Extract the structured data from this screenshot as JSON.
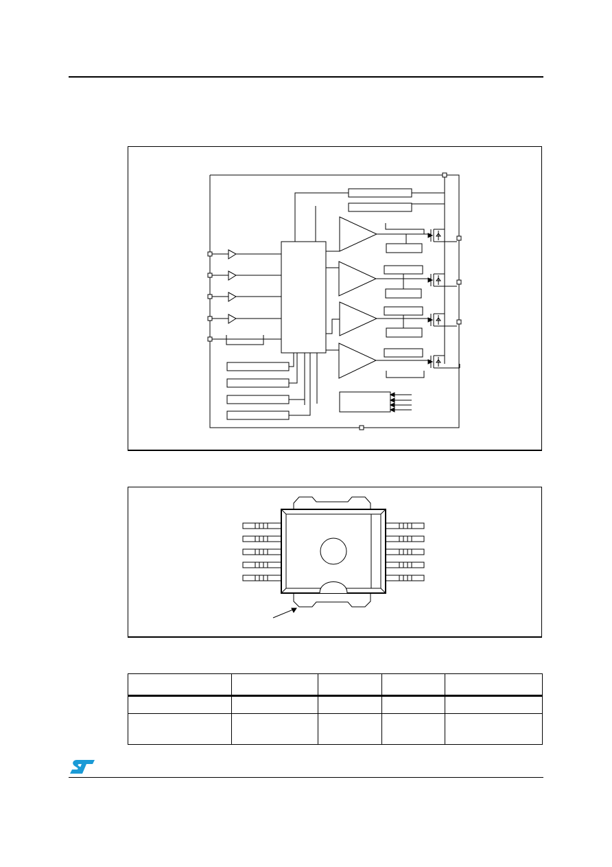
{
  "page": {
    "logo_icon": "st-logo-icon",
    "accent": "#1a9ad6"
  },
  "block_diagram": {
    "frame": "figure-frame"
  },
  "package_drawing": {
    "frame": "figure-frame"
  },
  "table": {
    "columns": 5,
    "rows": 3
  }
}
